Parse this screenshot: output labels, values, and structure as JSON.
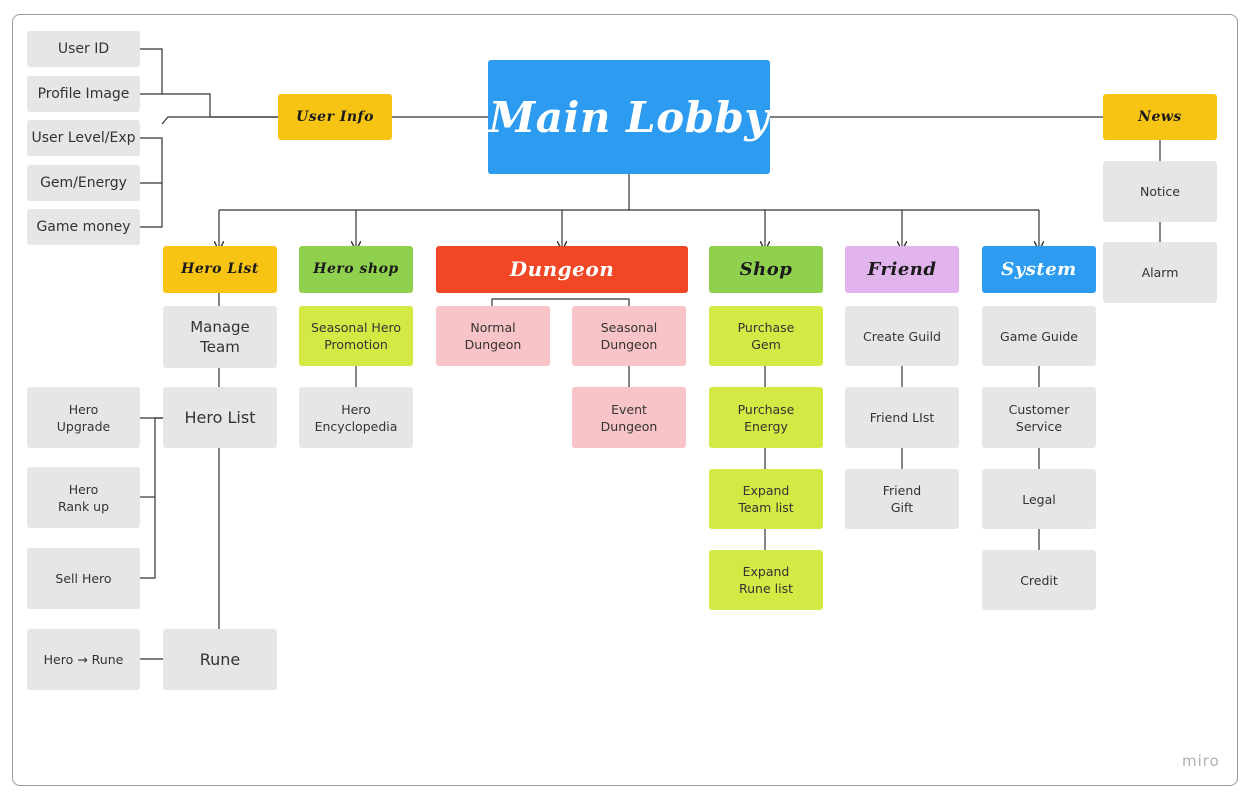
{
  "main": {
    "title": "Main Lobby"
  },
  "user_info": {
    "title": "User Info",
    "items": [
      "User ID",
      "Profile Image",
      "User Level/Exp",
      "Gem/Energy",
      "Game money"
    ]
  },
  "news": {
    "title": "News",
    "items": [
      "Notice",
      "Alarm"
    ]
  },
  "hero_list": {
    "title": "Hero List",
    "manage_team": "Manage\nTeam",
    "hero_list_node": "Hero List",
    "rune": "Rune",
    "side_items": [
      "Hero\nUpgrade",
      "Hero\nRank up",
      "Sell Hero"
    ],
    "rune_side": "Hero → Rune"
  },
  "hero_shop": {
    "title": "Hero shop",
    "items": [
      "Seasonal Hero\nPromotion",
      "Hero\nEncyclopedia"
    ]
  },
  "dungeon": {
    "title": "Dungeon",
    "items": [
      "Normal\nDungeon",
      "Seasonal\nDungeon",
      "Event\nDungeon"
    ]
  },
  "shop": {
    "title": "Shop",
    "items": [
      "Purchase\nGem",
      "Purchase\nEnergy",
      "Expand\nTeam list",
      "Expand\nRune list"
    ]
  },
  "friend": {
    "title": "Friend",
    "items": [
      "Create Guild",
      "Friend LIst",
      "Friend\nGift"
    ]
  },
  "system": {
    "title": "System",
    "items": [
      "Game Guide",
      "Customer\nService",
      "Legal",
      "Credit"
    ]
  },
  "colors": {
    "main": "#2d9cf0",
    "yellow": "#f8c414",
    "green": "#8fd14f",
    "red": "#f24726",
    "purple": "#e1b4ee",
    "blue": "#2d9cf0",
    "lime": "#d4e944",
    "pink": "#f8c4c7",
    "gray": "#e6e6e6"
  },
  "watermark": "miro"
}
